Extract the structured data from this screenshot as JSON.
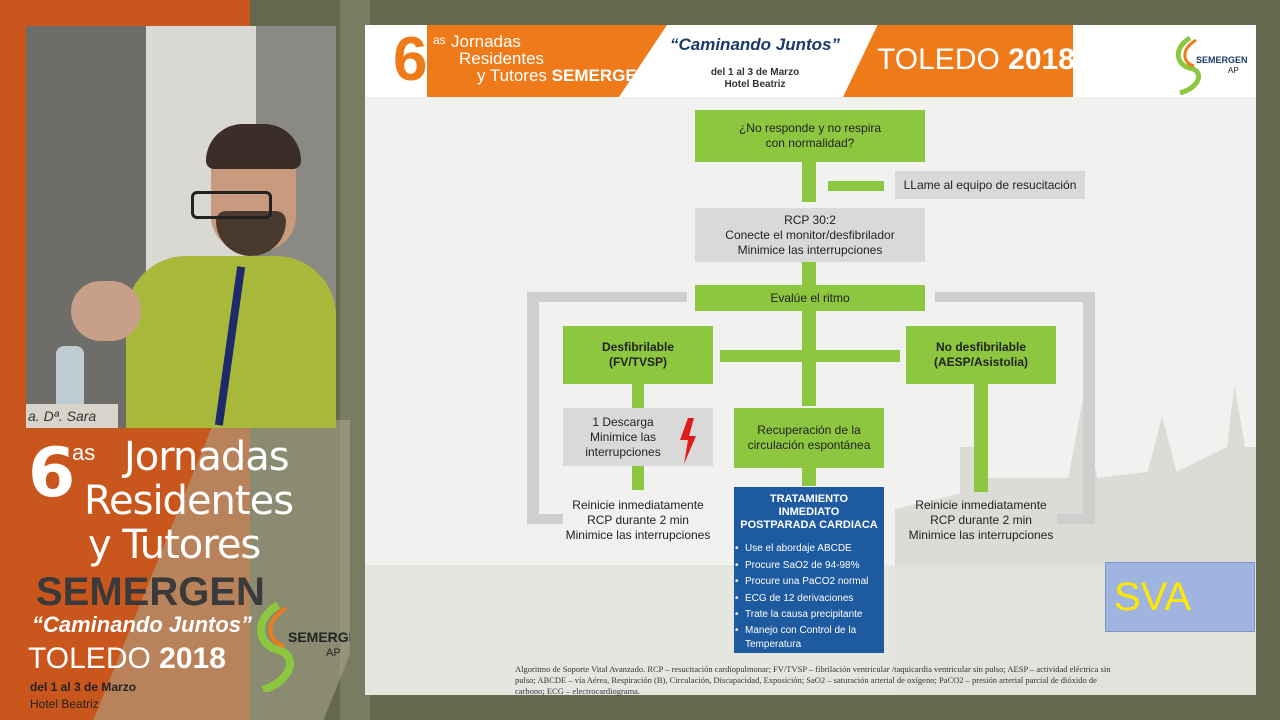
{
  "brand": {
    "big_number": "6",
    "superscript": "as",
    "line1": "Jornadas",
    "line2": "Residentes",
    "line3": "y Tutores",
    "semergen": "SEMERGEN",
    "motto": "“Caminando Juntos”",
    "toledo": "TOLEDO",
    "year": "2018",
    "dates": "del 1 al 3 de Marzo",
    "hotel": "Hotel Beatriz",
    "nameplate": "a. Dª. Sara"
  },
  "slide_header": {
    "number": "6",
    "superscript": "as",
    "line1": "Jornadas",
    "line2": "Residentes",
    "line3": "y Tutores",
    "semergen": "SEMERGEN",
    "motto": "“Caminando Juntos”",
    "dates": "del 1 al 3 de Marzo",
    "hotel": "Hotel Beatriz",
    "toledo": "TOLEDO",
    "year": "2018",
    "logo_text": "SEMERGEN",
    "logo_ap": "AP"
  },
  "flow": {
    "start": "¿No responde y no respira con normalidad?",
    "call_team": "LLame al equipo de resucitación",
    "rcp": [
      "RCP 30:2",
      "Conecte el monitor/desfibrilador",
      "Minimice las interrupciones"
    ],
    "evaluate": "Evalúe el ritmo",
    "shockable_title": "Desfibrilable",
    "shockable_sub": "(FV/TVSP)",
    "nonshockable_title": "No desfibrilable",
    "nonshockable_sub": "(AESP/Asistolia)",
    "shock": [
      "1 Descarga",
      "Minimice las",
      "interrupciones"
    ],
    "rosc": [
      "Recuperación de la",
      "circulación espontánea"
    ],
    "restart_left": [
      "Reinicie inmediatamente",
      "RCP durante 2 min",
      "Minimice las interrupciones"
    ],
    "restart_right": [
      "Reinicie inmediatamente",
      "RCP durante 2 min",
      "Minimice las interrupciones"
    ],
    "post_title": [
      "TRATAMIENTO",
      "INMEDIATO",
      "POSTPARADA CARDIACA"
    ],
    "post_items": [
      "Use el abordaje ABCDE",
      "Procure SaO2 de 94-98%",
      "Procure una PaCO2 normal",
      "ECG de 12 derivaciones",
      "Trate la causa precipitante",
      "Manejo con Control de la Temperatura"
    ]
  },
  "sva_label": "SVA",
  "caption": "Algoritmo de Soporte Vital Avanzado. RCP – resucitación cardiopulmonar; FV/TVSP – fibrilación ventricular /taquicardia ventricular sin pulso; AESP – actividad eléctrica sin pulso; ABCDE – vía Aérea, Respiración (B), Circulación, Discapacidad, Exposición; SaO2 – saturación arterial de oxígeno; PaCO2 – presión arterial parcial de dióxido de carbono; ECG – electrocardiograma.",
  "colors": {
    "orange": "#ef7a1a",
    "green": "#8dc63f",
    "blue": "#1e5aa0",
    "sva_text": "#ffe800"
  }
}
